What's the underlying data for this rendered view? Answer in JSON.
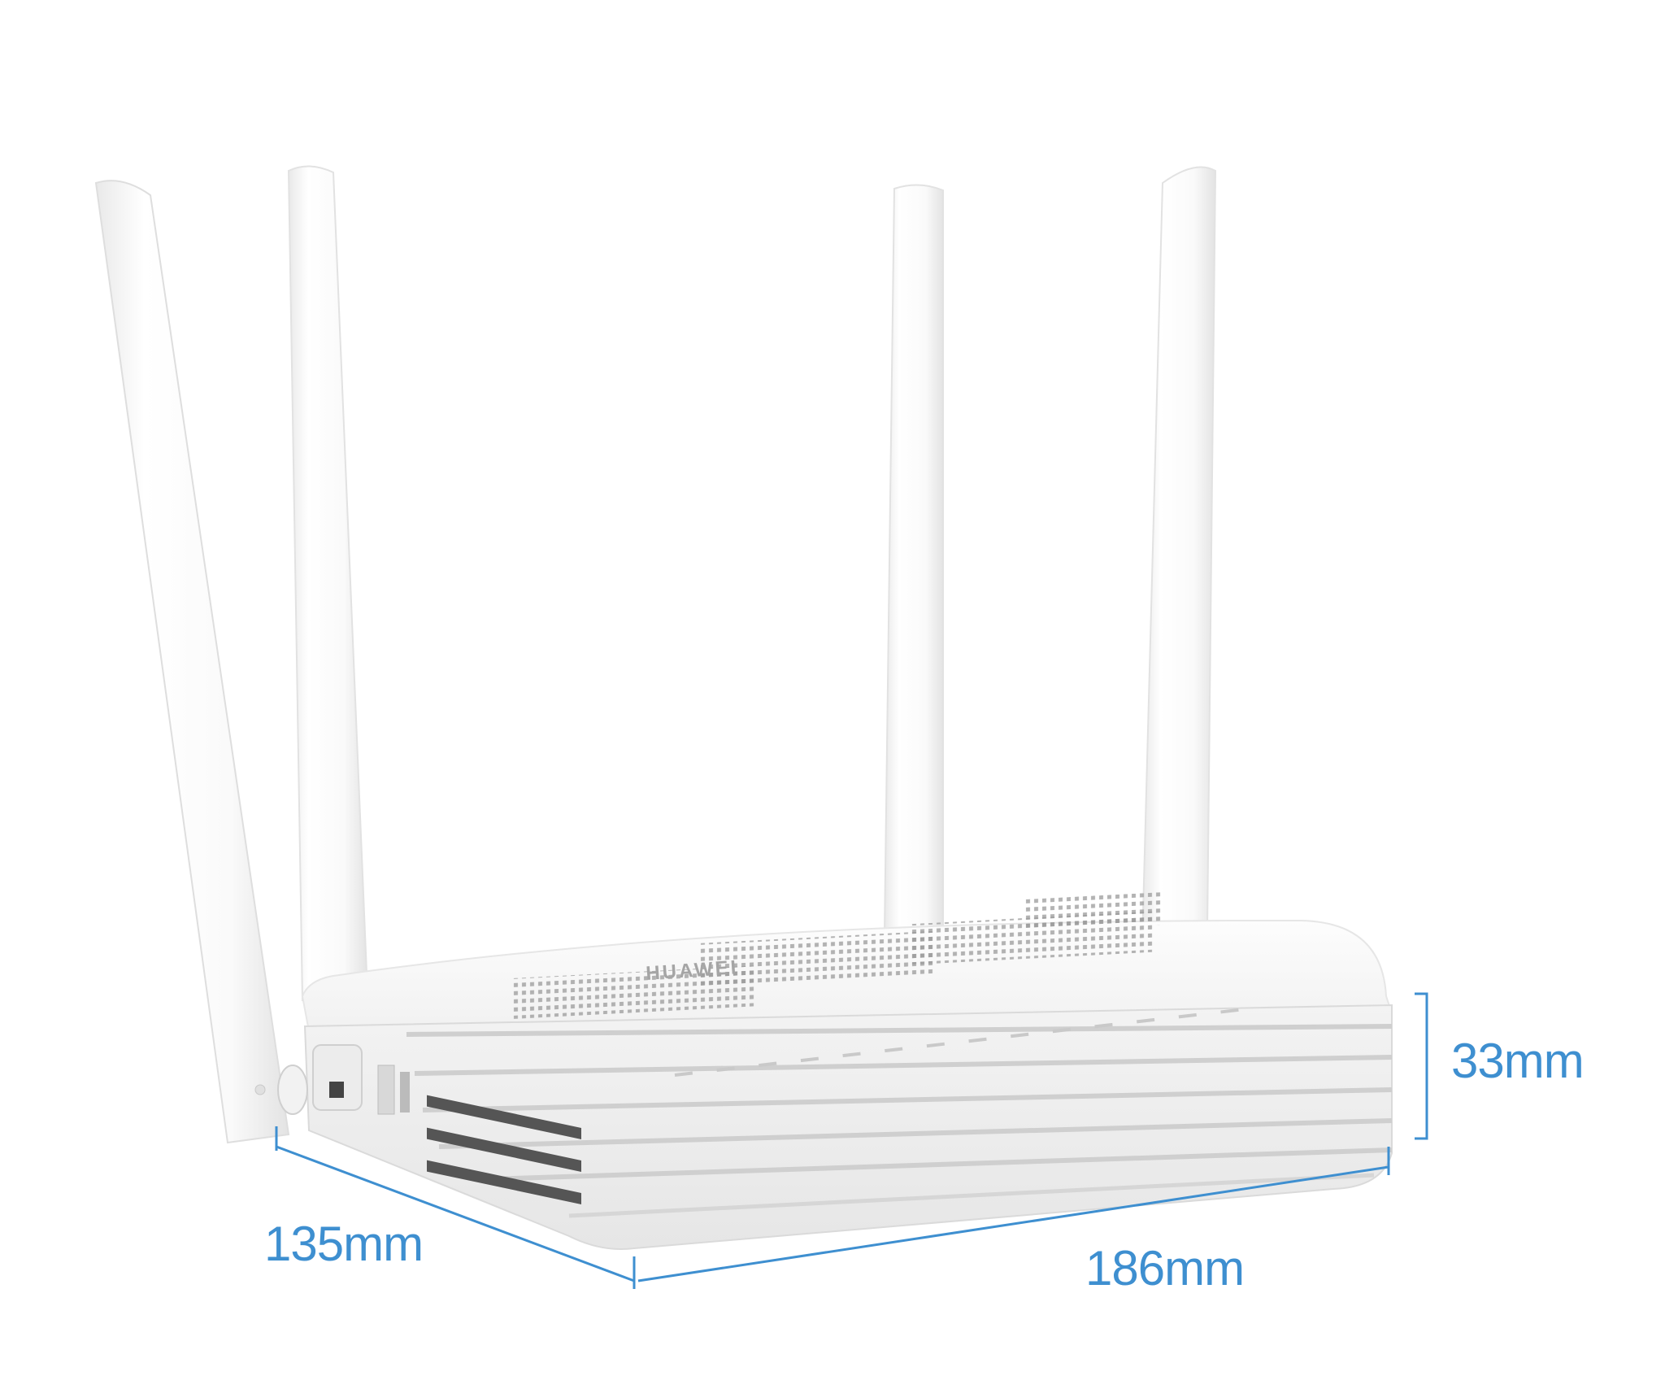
{
  "colors": {
    "background": "#ffffff",
    "device_body": "#f7f7f7",
    "device_shadow": "#dcdcdc",
    "antenna": "#fbfbfb",
    "dimension": "#3e8fd0"
  },
  "product": {
    "brand_mark": "HUAWEI"
  },
  "dimensions": {
    "height": "33mm",
    "depth": "135mm",
    "width": "186mm"
  }
}
